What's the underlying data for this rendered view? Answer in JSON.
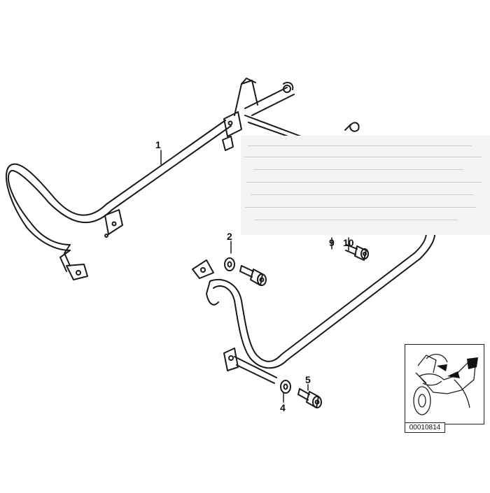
{
  "callouts": {
    "part_1": "1",
    "part_2": "2",
    "part_4": "4",
    "part_5": "5",
    "part_9": "9",
    "part_10": "10"
  },
  "inset": {
    "code": "00010814",
    "subject_icon": "motorcycle-icon"
  },
  "colors": {
    "line": "#1a1a1a",
    "background": "#ffffff",
    "inset_accent": "#222222"
  }
}
